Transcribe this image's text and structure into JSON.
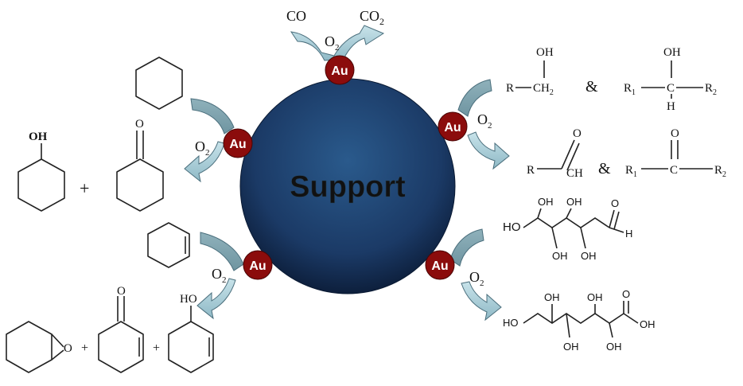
{
  "support": {
    "label": "Support"
  },
  "au_label": "Au",
  "o2": {
    "o": "O",
    "sub": "2"
  },
  "co_oxidation": {
    "reactant": "CO",
    "product_main": "CO",
    "product_sub": "2"
  },
  "cyclohexane_oxidation": {
    "oh": "OH",
    "plus": "+",
    "oxo": "O"
  },
  "alcohol_oxidation": {
    "primary": {
      "r": "R",
      "oh": "OH",
      "ch": "CH",
      "ch_sub": "2"
    },
    "secondary": {
      "r1": "R",
      "r1_sub": "1",
      "oh": "OH",
      "c": "C",
      "h": "H",
      "r2": "R",
      "r2_sub": "2"
    },
    "aldehyde": {
      "r": "R",
      "o": "O",
      "ch": "CH"
    },
    "ketone": {
      "r1": "R",
      "r1_sub": "1",
      "o": "O",
      "c": "C",
      "r2": "R",
      "r2_sub": "2"
    },
    "ampersand": "&"
  },
  "glucose_oxidation": {
    "glucose": {
      "ho": "HO",
      "oh": "OH",
      "o": "O",
      "h": "H"
    },
    "gluconic_acid": {
      "ho": "HO",
      "oh": "OH",
      "o": "O"
    }
  },
  "cyclohexene_oxidation": {
    "epoxide_o": "O",
    "plus": "+",
    "oxo": "O",
    "ho": "HO"
  },
  "colors": {
    "support_fill": "#1b3a66",
    "support_text": "#b9dbea",
    "au_fill": "#8b0c0c",
    "arrow_fill": "#9fc5d0",
    "arrow_stroke": "#4a6e7c"
  }
}
